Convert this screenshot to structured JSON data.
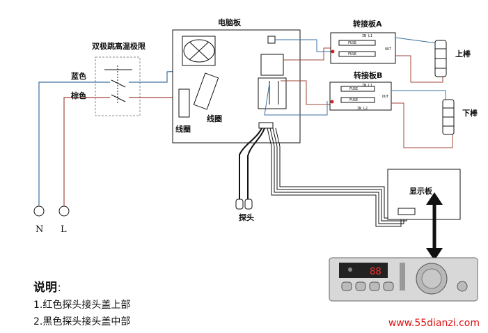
{
  "labels": {
    "thermostat": "双极跳高温极限",
    "blue": "蓝色",
    "brown": "棕色",
    "computer_board": "电脑板",
    "coil1": "线圈",
    "coil2": "线圈",
    "board_a": "转接板A",
    "board_b": "转接板B",
    "upper_rod": "上棒",
    "lower_rod": "下棒",
    "probe": "探头",
    "display_board": "显示板",
    "terminal_n": "N",
    "terminal_l": "L",
    "fuse": "FUSE",
    "in_l1": "IN L1",
    "in_l2": "IN L2",
    "out": "OUT",
    "display_digits": "88"
  },
  "notes": {
    "title": "说明",
    "title_colon": "：",
    "items": [
      "1.红色探头接头盖上部",
      "2.黑色探头接头盖中部"
    ]
  },
  "watermark": "www.55dianzi.com",
  "colors": {
    "blue_wire": "#3a6fa0",
    "brown_wire": "#a0463a",
    "red_dot": "#d42020",
    "line": "#111111"
  }
}
